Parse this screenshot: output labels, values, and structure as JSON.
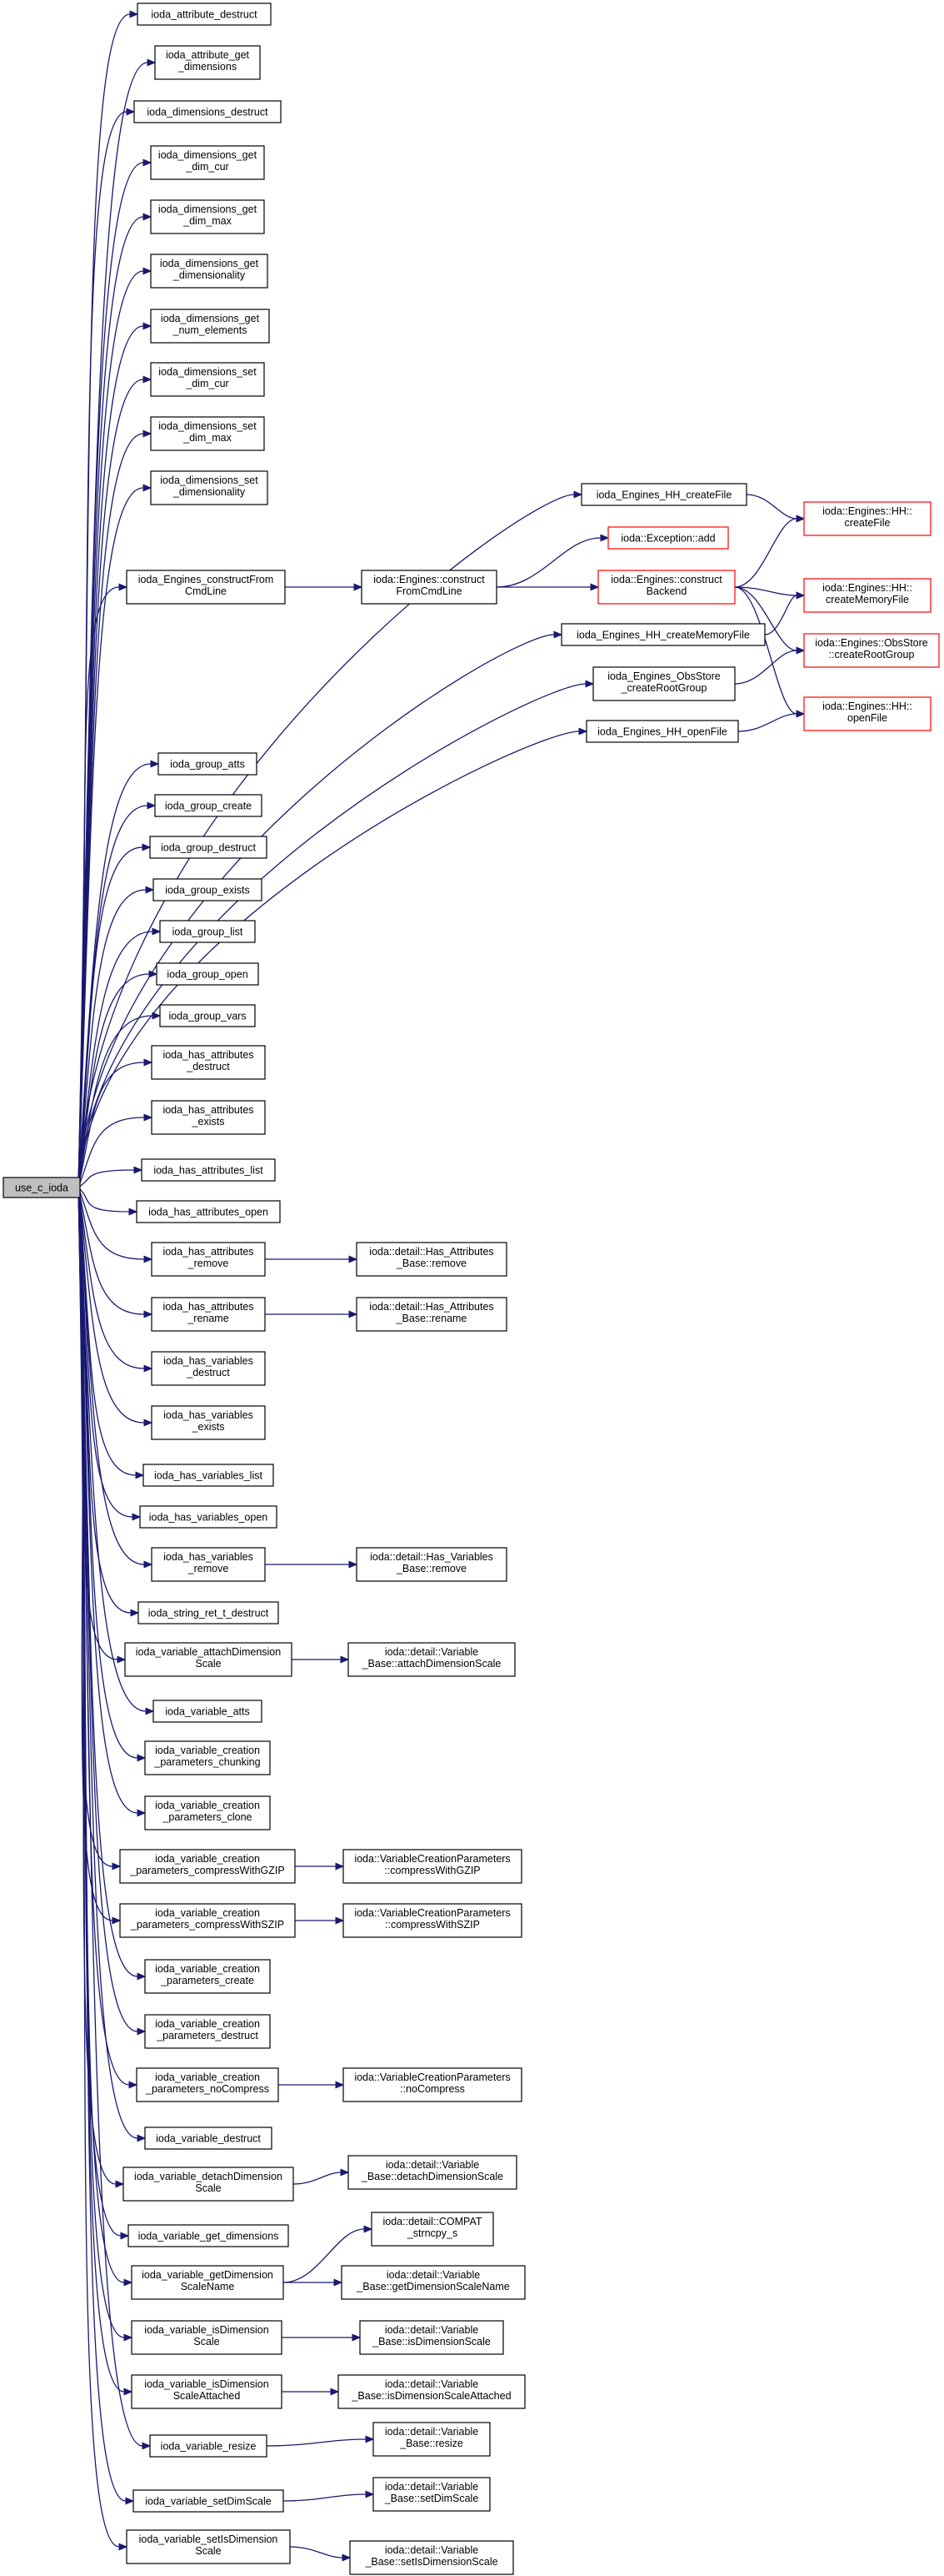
{
  "graph": {
    "edge_color": "#191970",
    "external_border_color": "#ff0000",
    "root_fill": "#bfbfbf",
    "nodes": [
      {
        "id": "root",
        "lines": [
          "use_c_ioda"
        ],
        "kind": "root"
      },
      {
        "id": "n1",
        "lines": [
          "ioda_attribute_destruct"
        ]
      },
      {
        "id": "n2",
        "lines": [
          "ioda_attribute_get",
          "_dimensions"
        ]
      },
      {
        "id": "n3",
        "lines": [
          "ioda_dimensions_destruct"
        ]
      },
      {
        "id": "n4",
        "lines": [
          "ioda_dimensions_get",
          "_dim_cur"
        ]
      },
      {
        "id": "n5",
        "lines": [
          "ioda_dimensions_get",
          "_dim_max"
        ]
      },
      {
        "id": "n6",
        "lines": [
          "ioda_dimensions_get",
          "_dimensionality"
        ]
      },
      {
        "id": "n7",
        "lines": [
          "ioda_dimensions_get",
          "_num_elements"
        ]
      },
      {
        "id": "n8",
        "lines": [
          "ioda_dimensions_set",
          "_dim_cur"
        ]
      },
      {
        "id": "n9",
        "lines": [
          "ioda_dimensions_set",
          "_dim_max"
        ]
      },
      {
        "id": "n10",
        "lines": [
          "ioda_dimensions_set",
          "_dimensionality"
        ]
      },
      {
        "id": "hhcf",
        "lines": [
          "ioda_Engines_HH_createFile"
        ]
      },
      {
        "id": "ecfc",
        "lines": [
          "ioda_Engines_constructFrom",
          "CmdLine"
        ]
      },
      {
        "id": "iecfc",
        "lines": [
          "ioda::Engines::construct",
          "FromCmdLine"
        ]
      },
      {
        "id": "exadd",
        "lines": [
          "ioda::Exception::add"
        ],
        "kind": "external"
      },
      {
        "id": "iecb",
        "lines": [
          "ioda::Engines::construct",
          "Backend"
        ],
        "kind": "external"
      },
      {
        "id": "hhcf2",
        "lines": [
          "ioda::Engines::HH::",
          "createFile"
        ],
        "kind": "external"
      },
      {
        "id": "hhcmf2",
        "lines": [
          "ioda::Engines::HH::",
          "createMemoryFile"
        ],
        "kind": "external"
      },
      {
        "id": "oscrg2",
        "lines": [
          "ioda::Engines::ObsStore",
          "::createRootGroup"
        ],
        "kind": "external"
      },
      {
        "id": "hhof2",
        "lines": [
          "ioda::Engines::HH::",
          "openFile"
        ],
        "kind": "external"
      },
      {
        "id": "hhcmf",
        "lines": [
          "ioda_Engines_HH_createMemoryFile"
        ]
      },
      {
        "id": "oscrg",
        "lines": [
          "ioda_Engines_ObsStore",
          "_createRootGroup"
        ]
      },
      {
        "id": "hhof",
        "lines": [
          "ioda_Engines_HH_openFile"
        ]
      },
      {
        "id": "g1",
        "lines": [
          "ioda_group_atts"
        ]
      },
      {
        "id": "g2",
        "lines": [
          "ioda_group_create"
        ]
      },
      {
        "id": "g3",
        "lines": [
          "ioda_group_destruct"
        ]
      },
      {
        "id": "g4",
        "lines": [
          "ioda_group_exists"
        ]
      },
      {
        "id": "g5",
        "lines": [
          "ioda_group_list"
        ]
      },
      {
        "id": "g6",
        "lines": [
          "ioda_group_open"
        ]
      },
      {
        "id": "g7",
        "lines": [
          "ioda_group_vars"
        ]
      },
      {
        "id": "ha1",
        "lines": [
          "ioda_has_attributes",
          "_destruct"
        ]
      },
      {
        "id": "ha2",
        "lines": [
          "ioda_has_attributes",
          "_exists"
        ]
      },
      {
        "id": "ha3",
        "lines": [
          "ioda_has_attributes_list"
        ]
      },
      {
        "id": "ha4",
        "lines": [
          "ioda_has_attributes_open"
        ]
      },
      {
        "id": "ha5",
        "lines": [
          "ioda_has_attributes",
          "_remove"
        ]
      },
      {
        "id": "ha5t",
        "lines": [
          "ioda::detail::Has_Attributes",
          "_Base::remove"
        ]
      },
      {
        "id": "ha6",
        "lines": [
          "ioda_has_attributes",
          "_rename"
        ]
      },
      {
        "id": "ha6t",
        "lines": [
          "ioda::detail::Has_Attributes",
          "_Base::rename"
        ]
      },
      {
        "id": "hv1",
        "lines": [
          "ioda_has_variables",
          "_destruct"
        ]
      },
      {
        "id": "hv2",
        "lines": [
          "ioda_has_variables",
          "_exists"
        ]
      },
      {
        "id": "hv3",
        "lines": [
          "ioda_has_variables_list"
        ]
      },
      {
        "id": "hv4",
        "lines": [
          "ioda_has_variables_open"
        ]
      },
      {
        "id": "hv5",
        "lines": [
          "ioda_has_variables",
          "_remove"
        ]
      },
      {
        "id": "hv5t",
        "lines": [
          "ioda::detail::Has_Variables",
          "_Base::remove"
        ]
      },
      {
        "id": "srt",
        "lines": [
          "ioda_string_ret_t_destruct"
        ]
      },
      {
        "id": "vads",
        "lines": [
          "ioda_variable_attachDimension",
          "Scale"
        ]
      },
      {
        "id": "vadst",
        "lines": [
          "ioda::detail::Variable",
          "_Base::attachDimensionScale"
        ]
      },
      {
        "id": "vatts",
        "lines": [
          "ioda_variable_atts"
        ]
      },
      {
        "id": "vcpch",
        "lines": [
          "ioda_variable_creation",
          "_parameters_chunking"
        ]
      },
      {
        "id": "vcpcl",
        "lines": [
          "ioda_variable_creation",
          "_parameters_clone"
        ]
      },
      {
        "id": "vcpgz",
        "lines": [
          "ioda_variable_creation",
          "_parameters_compressWithGZIP"
        ]
      },
      {
        "id": "vcpgzt",
        "lines": [
          "ioda::VariableCreationParameters",
          "::compressWithGZIP"
        ]
      },
      {
        "id": "vcpsz",
        "lines": [
          "ioda_variable_creation",
          "_parameters_compressWithSZIP"
        ]
      },
      {
        "id": "vcpszt",
        "lines": [
          "ioda::VariableCreationParameters",
          "::compressWithSZIP"
        ]
      },
      {
        "id": "vcpcr",
        "lines": [
          "ioda_variable_creation",
          "_parameters_create"
        ]
      },
      {
        "id": "vcpde",
        "lines": [
          "ioda_variable_creation",
          "_parameters_destruct"
        ]
      },
      {
        "id": "vcpnc",
        "lines": [
          "ioda_variable_creation",
          "_parameters_noCompress"
        ]
      },
      {
        "id": "vcpnct",
        "lines": [
          "ioda::VariableCreationParameters",
          "::noCompress"
        ]
      },
      {
        "id": "vdes",
        "lines": [
          "ioda_variable_destruct"
        ]
      },
      {
        "id": "vdds",
        "lines": [
          "ioda_variable_detachDimension",
          "Scale"
        ]
      },
      {
        "id": "vddst",
        "lines": [
          "ioda::detail::Variable",
          "_Base::detachDimensionScale"
        ]
      },
      {
        "id": "vgd",
        "lines": [
          "ioda_variable_get_dimensions"
        ]
      },
      {
        "id": "strn",
        "lines": [
          "ioda::detail::COMPAT",
          "_strncpy_s"
        ]
      },
      {
        "id": "vgdsn",
        "lines": [
          "ioda_variable_getDimension",
          "ScaleName"
        ]
      },
      {
        "id": "vgdsnt",
        "lines": [
          "ioda::detail::Variable",
          "_Base::getDimensionScaleName"
        ]
      },
      {
        "id": "vids",
        "lines": [
          "ioda_variable_isDimension",
          "Scale"
        ]
      },
      {
        "id": "vidst",
        "lines": [
          "ioda::detail::Variable",
          "_Base::isDimensionScale"
        ]
      },
      {
        "id": "vidsa",
        "lines": [
          "ioda_variable_isDimension",
          "ScaleAttached"
        ]
      },
      {
        "id": "vidsat",
        "lines": [
          "ioda::detail::Variable",
          "_Base::isDimensionScaleAttached"
        ]
      },
      {
        "id": "vres",
        "lines": [
          "ioda_variable_resize"
        ]
      },
      {
        "id": "vrest",
        "lines": [
          "ioda::detail::Variable",
          "_Base::resize"
        ]
      },
      {
        "id": "vsds",
        "lines": [
          "ioda_variable_setDimScale"
        ]
      },
      {
        "id": "vsdst",
        "lines": [
          "ioda::detail::Variable",
          "_Base::setDimScale"
        ]
      },
      {
        "id": "vsids",
        "lines": [
          "ioda_variable_setIsDimension",
          "Scale"
        ]
      },
      {
        "id": "vsidst",
        "lines": [
          "ioda::detail::Variable",
          "_Base::setIsDimensionScale"
        ]
      }
    ],
    "edges": [
      [
        "root",
        "n1"
      ],
      [
        "root",
        "n2"
      ],
      [
        "root",
        "n3"
      ],
      [
        "root",
        "n4"
      ],
      [
        "root",
        "n5"
      ],
      [
        "root",
        "n6"
      ],
      [
        "root",
        "n7"
      ],
      [
        "root",
        "n8"
      ],
      [
        "root",
        "n9"
      ],
      [
        "root",
        "n10"
      ],
      [
        "root",
        "hhcf"
      ],
      [
        "root",
        "ecfc"
      ],
      [
        "root",
        "hhcmf"
      ],
      [
        "root",
        "oscrg"
      ],
      [
        "root",
        "hhof"
      ],
      [
        "root",
        "g1"
      ],
      [
        "root",
        "g2"
      ],
      [
        "root",
        "g3"
      ],
      [
        "root",
        "g4"
      ],
      [
        "root",
        "g5"
      ],
      [
        "root",
        "g6"
      ],
      [
        "root",
        "g7"
      ],
      [
        "root",
        "ha1"
      ],
      [
        "root",
        "ha2"
      ],
      [
        "root",
        "ha3"
      ],
      [
        "root",
        "ha4"
      ],
      [
        "root",
        "ha5"
      ],
      [
        "root",
        "ha6"
      ],
      [
        "root",
        "hv1"
      ],
      [
        "root",
        "hv2"
      ],
      [
        "root",
        "hv3"
      ],
      [
        "root",
        "hv4"
      ],
      [
        "root",
        "hv5"
      ],
      [
        "root",
        "srt"
      ],
      [
        "root",
        "vads"
      ],
      [
        "root",
        "vatts"
      ],
      [
        "root",
        "vcpch"
      ],
      [
        "root",
        "vcpcl"
      ],
      [
        "root",
        "vcpgz"
      ],
      [
        "root",
        "vcpsz"
      ],
      [
        "root",
        "vcpcr"
      ],
      [
        "root",
        "vcpde"
      ],
      [
        "root",
        "vcpnc"
      ],
      [
        "root",
        "vdes"
      ],
      [
        "root",
        "vdds"
      ],
      [
        "root",
        "vgd"
      ],
      [
        "root",
        "vgdsn"
      ],
      [
        "root",
        "vids"
      ],
      [
        "root",
        "vidsa"
      ],
      [
        "root",
        "vres"
      ],
      [
        "root",
        "vsds"
      ],
      [
        "root",
        "vsids"
      ],
      [
        "hhcf",
        "hhcf2"
      ],
      [
        "ecfc",
        "iecfc"
      ],
      [
        "iecfc",
        "exadd"
      ],
      [
        "iecfc",
        "iecb"
      ],
      [
        "iecb",
        "hhcf2"
      ],
      [
        "iecb",
        "hhcmf2"
      ],
      [
        "iecb",
        "oscrg2"
      ],
      [
        "iecb",
        "hhof2"
      ],
      [
        "hhcmf",
        "hhcmf2"
      ],
      [
        "oscrg",
        "oscrg2"
      ],
      [
        "hhof",
        "hhof2"
      ],
      [
        "ha5",
        "ha5t"
      ],
      [
        "ha6",
        "ha6t"
      ],
      [
        "hv5",
        "hv5t"
      ],
      [
        "vads",
        "vadst"
      ],
      [
        "vcpgz",
        "vcpgzt"
      ],
      [
        "vcpsz",
        "vcpszt"
      ],
      [
        "vcpnc",
        "vcpnct"
      ],
      [
        "vdds",
        "vddst"
      ],
      [
        "vgdsn",
        "strn"
      ],
      [
        "vgdsn",
        "vgdsnt"
      ],
      [
        "vids",
        "vidst"
      ],
      [
        "vidsa",
        "vidsat"
      ],
      [
        "vres",
        "vrest"
      ],
      [
        "vsds",
        "vsdst"
      ],
      [
        "vsids",
        "vsidst"
      ]
    ]
  }
}
